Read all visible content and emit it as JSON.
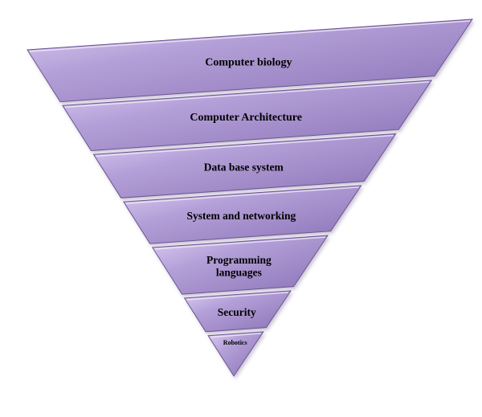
{
  "diagram": {
    "type": "inverted-pyramid",
    "fill_color": "#9e88c6",
    "fill_light": "#d8c9f0",
    "fill_dark": "#7f67ab",
    "border_color": "#6a5690",
    "layers": [
      {
        "id": "computer-biology",
        "lines": [
          "Computer biology"
        ]
      },
      {
        "id": "computer-architecture",
        "lines": [
          "Computer Architecture"
        ]
      },
      {
        "id": "data-base-system",
        "lines": [
          "Data base system"
        ]
      },
      {
        "id": "system-and-networking",
        "lines": [
          "System and networking"
        ]
      },
      {
        "id": "programming-languages",
        "lines": [
          "Programming",
          "languages"
        ]
      },
      {
        "id": "security",
        "lines": [
          "Security"
        ]
      },
      {
        "id": "robotics",
        "lines": [
          "Robotics"
        ]
      }
    ]
  }
}
